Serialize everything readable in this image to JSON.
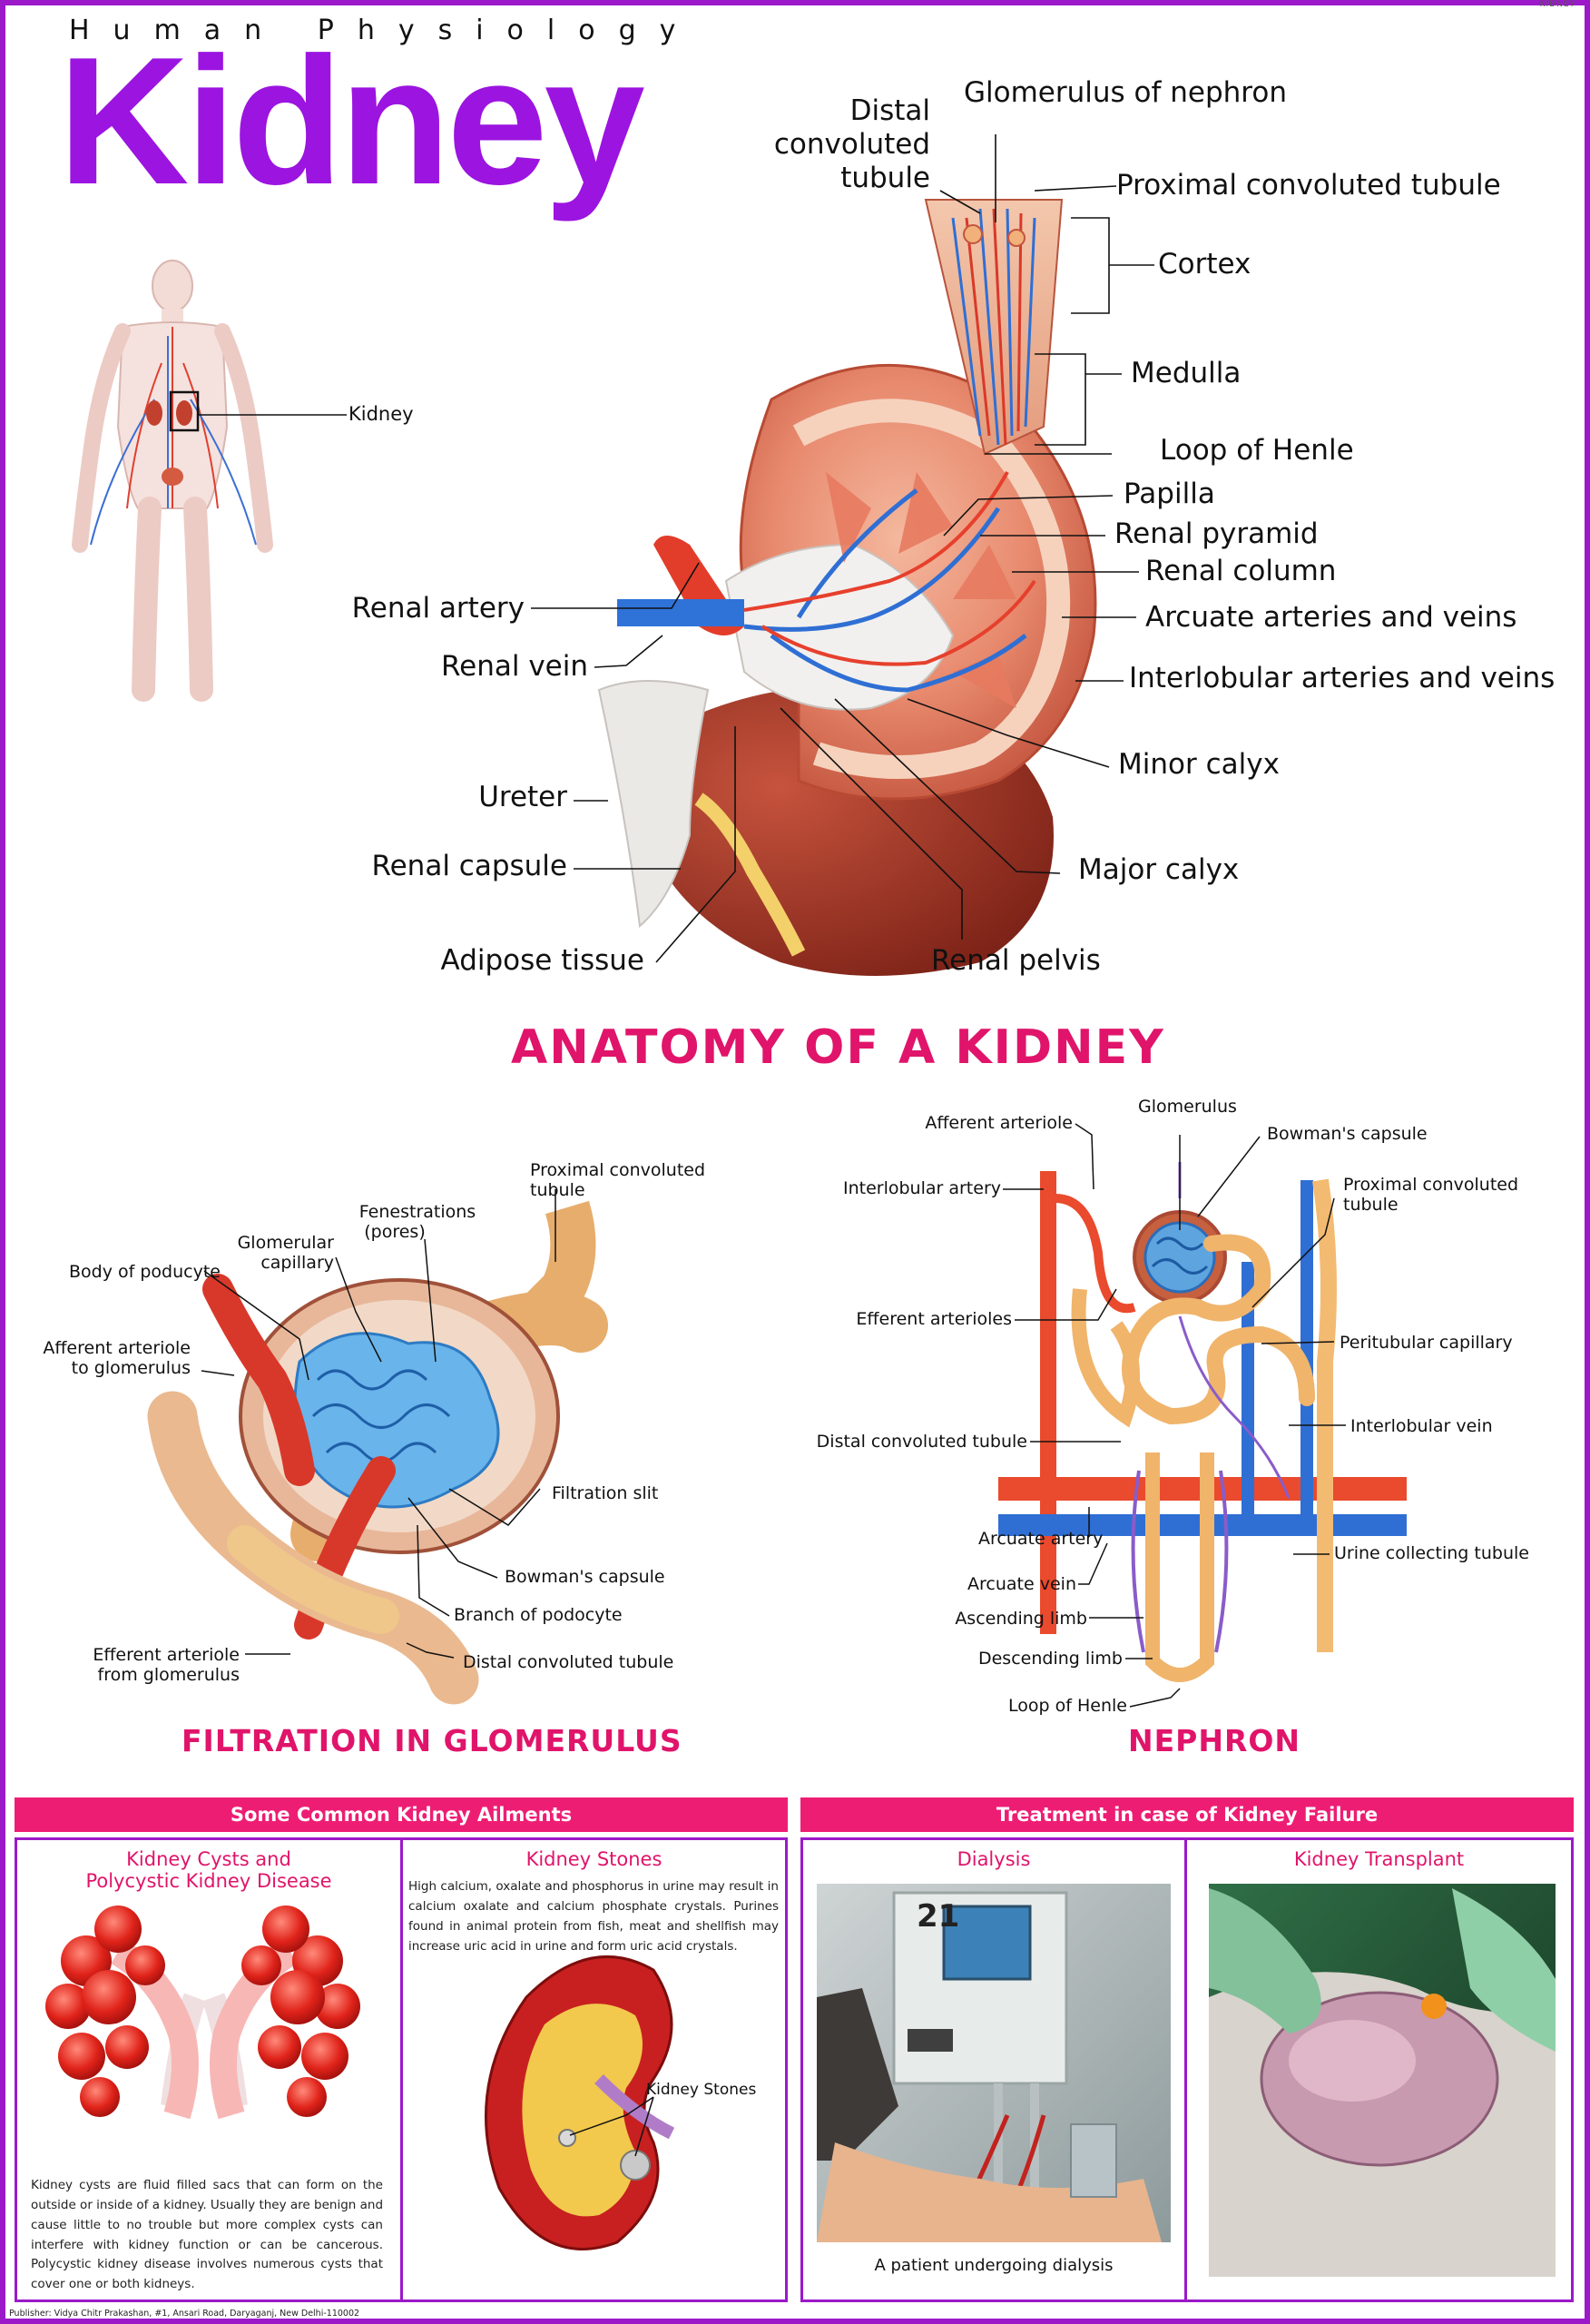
{
  "header": {
    "corner_tag": "KIDNEY",
    "overline": "Human Physiology",
    "title": "Kidney"
  },
  "figure_body": {
    "kidney_label": "Kidney"
  },
  "anatomy": {
    "section_title": "ANATOMY OF A KIDNEY",
    "labels": {
      "distal_1": "Distal",
      "distal_2": "convoluted",
      "distal_3": "tubule",
      "glomerulus_of_nephron": "Glomerulus of nephron",
      "proximal_convoluted_tubule": "Proximal convoluted tubule",
      "cortex": "Cortex",
      "medulla": "Medulla",
      "loop_of_henle": "Loop of Henle",
      "papilla": "Papilla",
      "renal_pyramid": "Renal pyramid",
      "renal_column": "Renal column",
      "arcuate": "Arcuate arteries and veins",
      "interlobular": "Interlobular arteries and veins",
      "minor_calyx": "Minor calyx",
      "major_calyx": "Major calyx",
      "renal_pelvis": "Renal pelvis",
      "renal_artery": "Renal artery",
      "renal_vein": "Renal vein",
      "ureter": "Ureter",
      "renal_capsule": "Renal capsule",
      "adipose_tissue": "Adipose tissue"
    }
  },
  "filtration": {
    "section_title": "FILTRATION IN GLOMERULUS",
    "labels": {
      "proximal_1": "Proximal convoluted",
      "proximal_2": "tubule",
      "fenestrations_1": "Fenestrations",
      "fenestrations_2": "(pores)",
      "glomerular_cap_1": "Glomerular",
      "glomerular_cap_2": "capillary",
      "body_of_podocyte": "Body of poducyte",
      "afferent_1": "Afferent arteriole",
      "afferent_2": "to glomerulus",
      "filtration_slit": "Filtration slit",
      "bowmans_capsule": "Bowman's capsule",
      "branch_of_podocyte": "Branch of podocyte",
      "efferent_1": "Efferent arteriole",
      "efferent_2": "from glomerulus",
      "distal_convoluted_tubule": "Distal convoluted tubule"
    }
  },
  "nephron": {
    "section_title": "NEPHRON",
    "labels": {
      "glomerulus": "Glomerulus",
      "afferent_arteriole": "Afferent arteriole",
      "bowmans_capsule": "Bowman's capsule",
      "interlobular_artery": "Interlobular artery",
      "proximal_1": "Proximal convoluted",
      "proximal_2": "tubule",
      "efferent_arterioles": "Efferent arterioles",
      "peritubular_capillary": "Peritubular capillary",
      "distal_convoluted_tubule": "Distal convoluted tubule",
      "interlobular_vein": "Interlobular vein",
      "arcuate_artery": "Arcuate artery",
      "urine_collecting_tubule": "Urine collecting tubule",
      "arcuate_vein": "Arcuate vein",
      "ascending_limb": "Ascending limb",
      "descending_limb": "Descending limb",
      "loop_of_henle": "Loop of Henle"
    }
  },
  "ailments": {
    "band": "Some Common Kidney Ailments",
    "cysts": {
      "title_1": "Kidney Cysts and",
      "title_2": "Polycystic Kidney Disease",
      "text": "Kidney cysts are fluid filled sacs that can form on the outside or inside of a kidney. Usually they are benign and cause little to no trouble but more complex cysts can interfere with kidney function or can be cancerous. Polycystic kidney disease involves numerous cysts that cover one or both kidneys."
    },
    "stones": {
      "title": "Kidney Stones",
      "text": "High calcium, oxalate and phosphorus in urine may result in calcium oxalate and calcium phosphate crystals. Purines found in animal protein from fish, meat and shellfish may increase uric acid in urine and form uric acid crystals.",
      "figure_label": "Kidney Stones"
    }
  },
  "treatment": {
    "band": "Treatment in case of Kidney Failure",
    "dialysis": {
      "title": "Dialysis",
      "caption": "A patient undergoing dialysis",
      "machine_number": "21"
    },
    "transplant": {
      "title": "Kidney Transplant"
    }
  },
  "footer": {
    "publisher": "Publisher: Vidya Chitr Prakashan, #1, Ansari Road, Daryaganj, New Delhi-110002"
  },
  "colors": {
    "title_purple": "#9b14e0",
    "section_pink": "#e0146a",
    "band_pink": "#ee1d74",
    "frame_purple": "#9b19c9",
    "artery_red": "#e8442a",
    "vein_blue": "#2a72d6"
  }
}
